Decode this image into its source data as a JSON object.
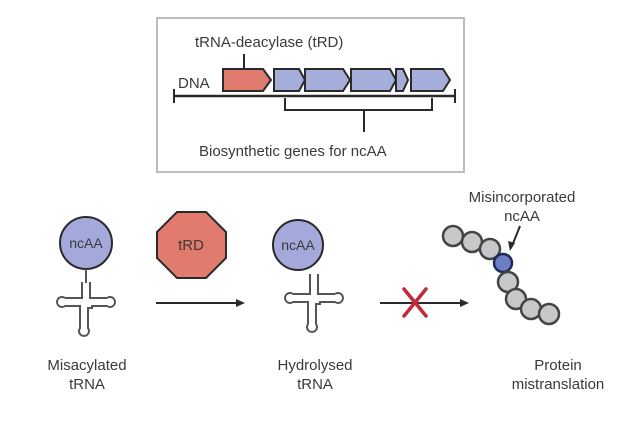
{
  "gene_cluster": {
    "title": "tRNA-deacylase (tRD)",
    "dna_label": "DNA",
    "biosynthetic_label": "Biosynthetic genes for ncAA"
  },
  "steps": [
    {
      "id": "misacylated",
      "aa_label": "ncAA",
      "caption_line1": "Misacylated",
      "caption_line2": "tRNA"
    },
    {
      "id": "enzyme",
      "label": "tRD"
    },
    {
      "id": "hydrolysed",
      "aa_label": "ncAA",
      "caption_line1": "Hydrolysed",
      "caption_line2": "tRNA"
    },
    {
      "id": "protein",
      "annotation_line1": "Misincorporated",
      "annotation_line2": "ncAA",
      "caption_line1": "Protein",
      "caption_line2": "mistranslation"
    }
  ],
  "colors": {
    "trd_red": "#e07b6e",
    "gene_blue": "#a5aedb",
    "ncaa_blue": "#a3a9da",
    "bead_grey": "#c6c8c9",
    "misincorporated_blue": "#6c7fc4",
    "block_x_red": "#c0283c",
    "outline": "#2a2a2a"
  }
}
